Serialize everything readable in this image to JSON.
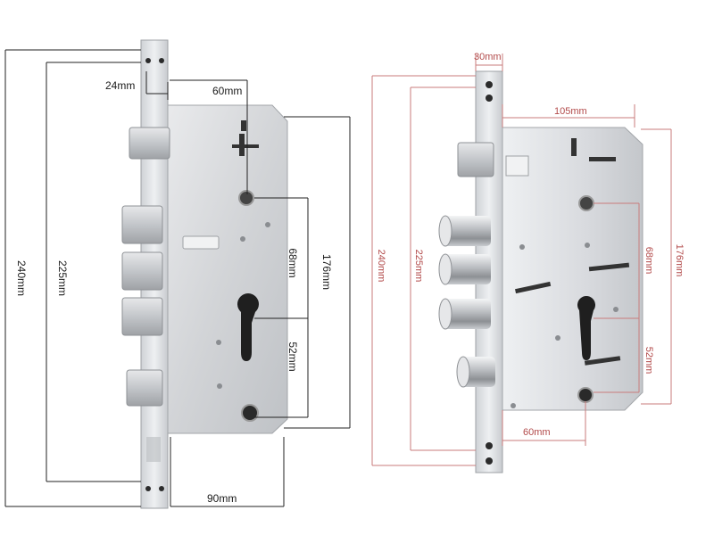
{
  "left_diagram": {
    "labels": {
      "height_240": "240mm",
      "height_225": "225mm",
      "offset_24": "24mm",
      "depth_60": "60mm",
      "center_68": "68mm",
      "case_176": "176mm",
      "center_52": "52mm",
      "width_90": "90mm"
    },
    "line_color": "#222222"
  },
  "right_diagram": {
    "labels": {
      "faceplate_30": "30mm",
      "width_105": "105mm",
      "height_240": "240mm",
      "height_225": "225mm",
      "center_68": "68mm",
      "case_176": "176mm",
      "center_52": "52mm",
      "offset_60": "60mm"
    },
    "line_color": "#c97b7b"
  }
}
